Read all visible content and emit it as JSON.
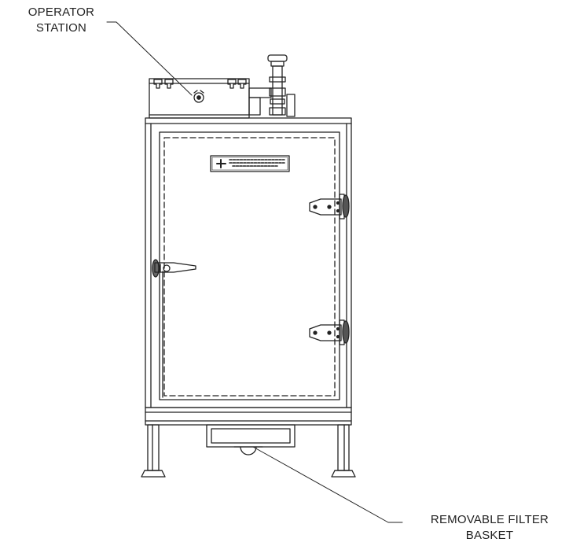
{
  "callouts": {
    "operator_station": [
      "OPERATOR",
      "STATION"
    ],
    "removable_filter_basket": [
      "REMOVABLE FILTER",
      "BASKET"
    ]
  },
  "colors": {
    "line": "#222222",
    "background": "#ffffff"
  }
}
